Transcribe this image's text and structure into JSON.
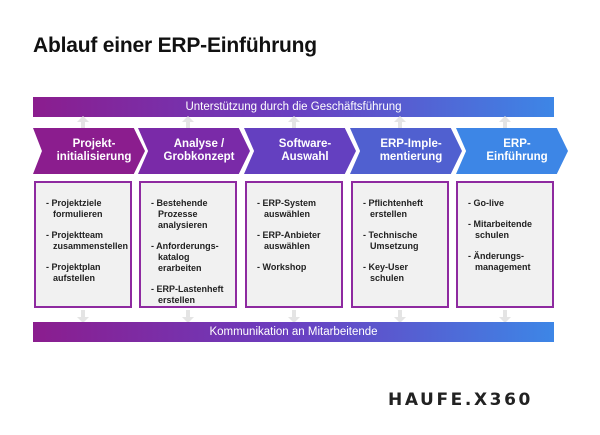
{
  "title": "Ablauf einer ERP-Einführung",
  "top_bar": "Unterstützung durch die Geschäftsführung",
  "bottom_bar": "Kommunikation an Mitarbeitende",
  "steps": [
    {
      "label": "Projekt-\ninitialisierung",
      "color": "#8b1d8e",
      "items": [
        "Projektziele\nformulieren",
        "Projektteam\nzusammenstellen",
        "Projektplan\naufstellen"
      ]
    },
    {
      "label": "Analyse /\nGrobkonzept",
      "color": "#7a2aa8",
      "items": [
        "Bestehende\nProzesse\nanalysieren",
        "Anforderungs-\nkatalog erarbeiten",
        "ERP-Lastenheft\nerstellen"
      ]
    },
    {
      "label": "Software-\nAuswahl",
      "color": "#6440c0",
      "items": [
        "ERP-System\nauswählen",
        "ERP-Anbieter\nauswählen",
        "Workshop"
      ]
    },
    {
      "label": "ERP-Imple-\nmentierung",
      "color": "#5060d0",
      "items": [
        "Pflichtenheft\nerstellen",
        "Technische\nUmsetzung",
        "Key-User schulen"
      ]
    },
    {
      "label": "ERP-\nEinführung",
      "color": "#3d86e6",
      "items": [
        "Go-live",
        "Mitarbeitende\nschulen",
        "Änderungs-\nmanagement"
      ]
    }
  ],
  "logo": "HAUFE.X360",
  "colors": {
    "box_border": "#8e2aa0",
    "box_fill": "#f1f1f1",
    "connector": "#e4e4e4"
  }
}
